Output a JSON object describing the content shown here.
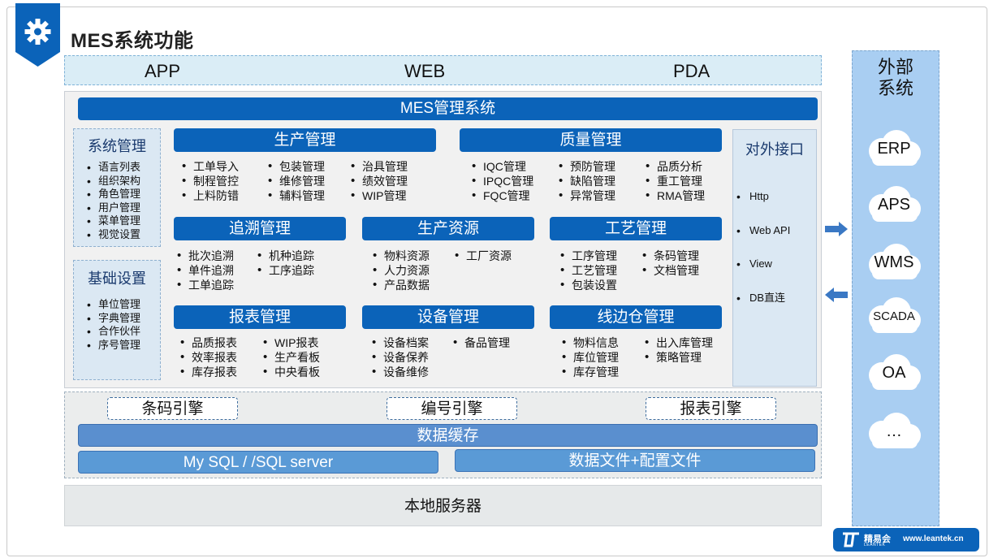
{
  "title": "MES系统功能",
  "clients": [
    "APP",
    "WEB",
    "PDA"
  ],
  "mes_system": "MES管理系统",
  "system_mgmt": {
    "title": "系统管理",
    "items": [
      "语言列表",
      "组织架构",
      "角色管理",
      "用户管理",
      "菜单管理",
      "视觉设置"
    ]
  },
  "base_settings": {
    "title": "基础设置",
    "items": [
      "单位管理",
      "字典管理",
      "合作伙伴",
      "序号管理"
    ]
  },
  "production": {
    "title": "生产管理",
    "col1": [
      "工单导入",
      "制程管控",
      "上料防错"
    ],
    "col2": [
      "包装管理",
      "维修管理",
      "辅料管理"
    ],
    "col3": [
      "治具管理",
      "绩效管理",
      "WIP管理"
    ]
  },
  "quality": {
    "title": "质量管理",
    "col1": [
      "IQC管理",
      "IPQC管理",
      "FQC管理"
    ],
    "col2": [
      "预防管理",
      "缺陷管理",
      "异常管理"
    ],
    "col3": [
      "品质分析",
      "重工管理",
      "RMA管理"
    ]
  },
  "trace": {
    "title": "追溯管理",
    "col1": [
      "批次追溯",
      "单件追溯",
      "工单追踪"
    ],
    "col2": [
      "机种追踪",
      "工序追踪"
    ]
  },
  "resources": {
    "title": "生产资源",
    "col1": [
      "物料资源",
      "人力资源",
      "产品数据"
    ],
    "col2": [
      "工厂资源"
    ]
  },
  "process": {
    "title": "工艺管理",
    "col1": [
      "工序管理",
      "工艺管理",
      "包装设置"
    ],
    "col2": [
      "条码管理",
      "文档管理"
    ]
  },
  "report": {
    "title": "报表管理",
    "col1": [
      "品质报表",
      "效率报表",
      "库存报表"
    ],
    "col2": [
      "WIP报表",
      "生产看板",
      "中央看板"
    ]
  },
  "equipment": {
    "title": "设备管理",
    "col1": [
      "设备档案",
      "设备保养",
      "设备维修"
    ],
    "col2": [
      "备品管理"
    ]
  },
  "warehouse": {
    "title": "线边仓管理",
    "col1": [
      "物料信息",
      "库位管理",
      "库存管理"
    ],
    "col2": [
      "出入库管理",
      "策略管理"
    ]
  },
  "interface": {
    "title": "对外接口",
    "items": [
      "Http",
      "Web API",
      "View",
      "DB直连"
    ]
  },
  "engines": [
    "条码引擎",
    "编号引擎",
    "报表引擎"
  ],
  "cache": "数据缓存",
  "database": "My SQL / /SQL server",
  "files": "数据文件+配置文件",
  "server": "本地服务器",
  "external": {
    "title": "外部系统",
    "systems": [
      "ERP",
      "APS",
      "WMS",
      "SCADA",
      "OA",
      "…"
    ]
  },
  "logo": {
    "brand": "精易会",
    "sub": "LEANTEK",
    "url": "www.leantek.cn"
  },
  "icons": [
    "gear-icon",
    "arrow-right-icon",
    "arrow-left-icon",
    "cloud-icon"
  ],
  "colors": {
    "primary": "#0b63b9",
    "panel": "#dbe8f3",
    "external": "#a9cef2"
  }
}
